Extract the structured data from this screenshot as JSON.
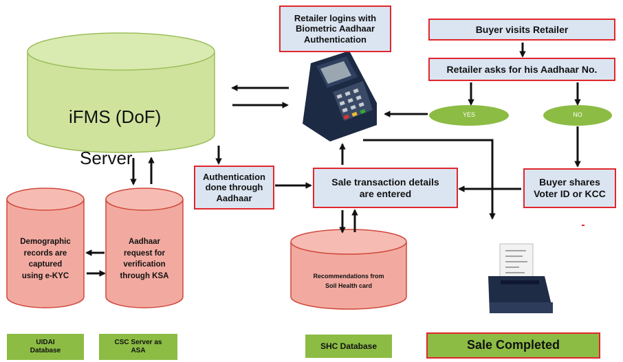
{
  "server": {
    "line1": "iFMS (DoF)",
    "line2": "Server"
  },
  "steps": {
    "retailer_login": "Retailer logins with\nBiometric Aadhaar\nAuthentication",
    "buyer_visits": "Buyer visits Retailer",
    "retailer_asks": "Retailer asks for his Aadhaar No.",
    "yes": "YES",
    "no": "NO",
    "auth_done": "Authentication\ndone through\nAadhaar",
    "sale_details": "Sale transaction details\nare entered",
    "buyer_shares": "Buyer shares\nVoter ID or KCC",
    "sale_completed": "Sale Completed"
  },
  "databases": {
    "demographic": "Demographic\nrecords are\ncaptured\nusing e-KYC",
    "aadhaar_request": "Aadhaar\nrequest for\nverification\nthrough KSA",
    "recommendations": "Recommendations from\nSoil Health card"
  },
  "db_labels": {
    "uidai": "UIDAI\nDatabase",
    "csc": "CSC Server as\nASA",
    "shc": "SHC Database"
  },
  "colors": {
    "server_fill": "#cfe39d",
    "db_fill": "#f2aaa0",
    "db_stroke": "#d0463a",
    "box_fill": "#dbe5f1",
    "box_border": "#e0252c",
    "oval_fill": "#8cbc44",
    "label_fill": "#8cbc44",
    "arrow": "#111111"
  },
  "icons": {
    "pos_device": "pos-terminal-icon",
    "printer": "receipt-printer-icon"
  }
}
